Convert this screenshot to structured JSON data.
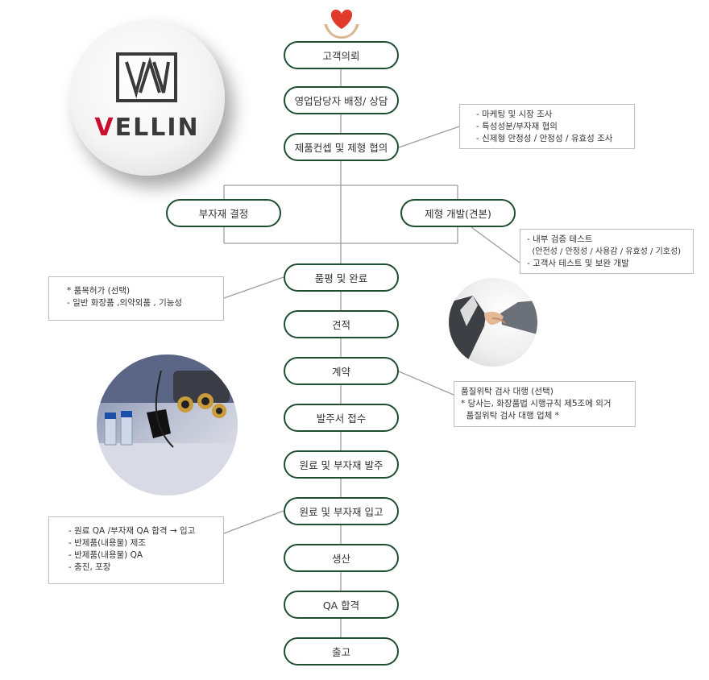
{
  "brand": {
    "name": "VELLIN",
    "accent": "#c8102e",
    "dark": "#3a3a3a"
  },
  "flow_color": "#1f4d2f",
  "steps": {
    "request": "고객의뢰",
    "assign": "영업담당자 배정/ 상담",
    "consult": "제품컨셉 및 제형 협의",
    "packaging": "부자재 결정",
    "formulation": "제형 개발(견본)",
    "evaluation": "품평 및 완료",
    "estimate": "견적",
    "contract": "계약",
    "order": "발주서 접수",
    "material_order": "원료 및 부자재 발주",
    "material_receive": "원료 및 부자재 입고",
    "production": "생산",
    "qa": "QA 합격",
    "shipping": "출고"
  },
  "notes": {
    "consult": [
      "- 마케팅 및 시장 조사",
      "- 특성성분/부자재 협의",
      "- 신제형 안정성 / 안정성 / 유효성 조사"
    ],
    "formulation": [
      "- 내부 검증 테스트",
      "  (안전성 / 안정성 / 사용감 / 유효성 / 기호성)",
      "- 고객사 테스트 및 보완 개발"
    ],
    "evaluation": [
      "* 품목허가 (선택)",
      "- 일반 화장품 ,의약외품 , 기능성"
    ],
    "contract": [
      "품질위탁 검사 대행 (선택)",
      "* 당사는, 화장품법 시행규칙 제5조에 의거",
      "  품질위탁 검사 대행 업체 *"
    ],
    "material": [
      "- 원료 QA /부자재 QA 합격 → 입고",
      "- 반제품(내용물) 제조",
      "- 반제품(내용물) QA",
      "- 충진, 포장"
    ]
  },
  "icons": {
    "top": "heart-hands-icon",
    "logo": "vellin-logo-icon"
  }
}
